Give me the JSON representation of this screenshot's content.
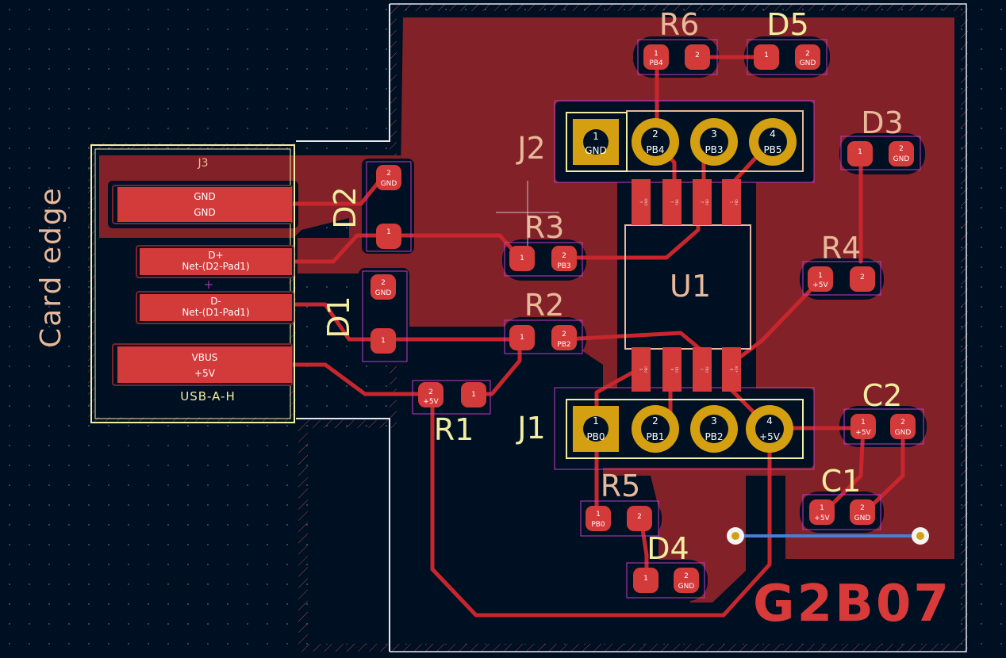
{
  "colors": {
    "background": "#001023",
    "copper_fill": "#822228",
    "copper": "#c8262c",
    "pad": "#d33a3a",
    "silkscreen": "#e8b89a",
    "fab": "#f2eda1",
    "courtyard": "#c33ac3",
    "thru_hole": "#d4a012",
    "edge_cut": "#f0f0ff"
  },
  "labels": {
    "card_edge": "Card edge",
    "board_id": "G2B07"
  },
  "usb": {
    "ref": "J3",
    "value": "USB-A-H",
    "pads": [
      {
        "line1": "GND",
        "line2": "GND"
      },
      {
        "line1": "D+",
        "line2": "Net-(D2-Pad1)"
      },
      {
        "line1": "D-",
        "line2": "Net-(D1-Pad1)"
      },
      {
        "line1": "VBUS",
        "line2": "+5V"
      }
    ]
  },
  "components": {
    "R1": {
      "ref": "R1",
      "pad1": "1",
      "pad2": "2",
      "net2": "+5V"
    },
    "R2": {
      "ref": "R2",
      "pad1": "1",
      "pad2": "2",
      "net2": "PB2"
    },
    "R3": {
      "ref": "R3",
      "pad1": "1",
      "pad2": "2",
      "net2": "PB3"
    },
    "R4": {
      "ref": "R4",
      "pad1": "1",
      "pad2": "2",
      "net1": "+5V"
    },
    "R5": {
      "ref": "R5",
      "pad1": "1",
      "pad2": "2",
      "net1": "PB0"
    },
    "R6": {
      "ref": "R6",
      "pad1": "1",
      "pad2": "2",
      "net1": "PB4"
    },
    "C1": {
      "ref": "C1",
      "pad1": "1",
      "pad2": "2",
      "net1": "+5V",
      "net2": "GND"
    },
    "C2": {
      "ref": "C2",
      "pad1": "1",
      "pad2": "2",
      "net1": "+5V",
      "net2": "GND"
    },
    "D1": {
      "ref": "D1",
      "pad1": "1",
      "pad2": "2",
      "net2": "GND"
    },
    "D2": {
      "ref": "D2",
      "pad1": "1",
      "pad2": "2",
      "net2": "GND"
    },
    "D3": {
      "ref": "D3",
      "pad1": "1",
      "pad2": "2",
      "net2": "GND"
    },
    "D4": {
      "ref": "D4",
      "pad1": "1",
      "pad2": "2",
      "net2": "GND"
    },
    "D5": {
      "ref": "D5",
      "pad1": "1",
      "pad2": "2",
      "net2": "GND"
    }
  },
  "J1": {
    "ref": "J1",
    "pins": [
      {
        "num": "1",
        "net": "PB0"
      },
      {
        "num": "2",
        "net": "PB1"
      },
      {
        "num": "3",
        "net": "PB2"
      },
      {
        "num": "4",
        "net": "+5V"
      }
    ]
  },
  "J2": {
    "ref": "J2",
    "pins": [
      {
        "num": "1",
        "net": "GND"
      },
      {
        "num": "2",
        "net": "PB4"
      },
      {
        "num": "3",
        "net": "PB3"
      },
      {
        "num": "4",
        "net": "PB5"
      }
    ]
  },
  "U1": {
    "ref": "U1",
    "top_pins": [
      {
        "num": "4",
        "net": "GND"
      },
      {
        "num": "3",
        "net": "PB4"
      },
      {
        "num": "2",
        "net": "PB3"
      },
      {
        "num": "1",
        "net": "PB5"
      }
    ],
    "bottom_pins": [
      {
        "num": "5",
        "net": "PB0"
      },
      {
        "num": "6",
        "net": "PB1"
      },
      {
        "num": "7",
        "net": "PB2"
      },
      {
        "num": "8",
        "net": "+5V"
      }
    ]
  }
}
